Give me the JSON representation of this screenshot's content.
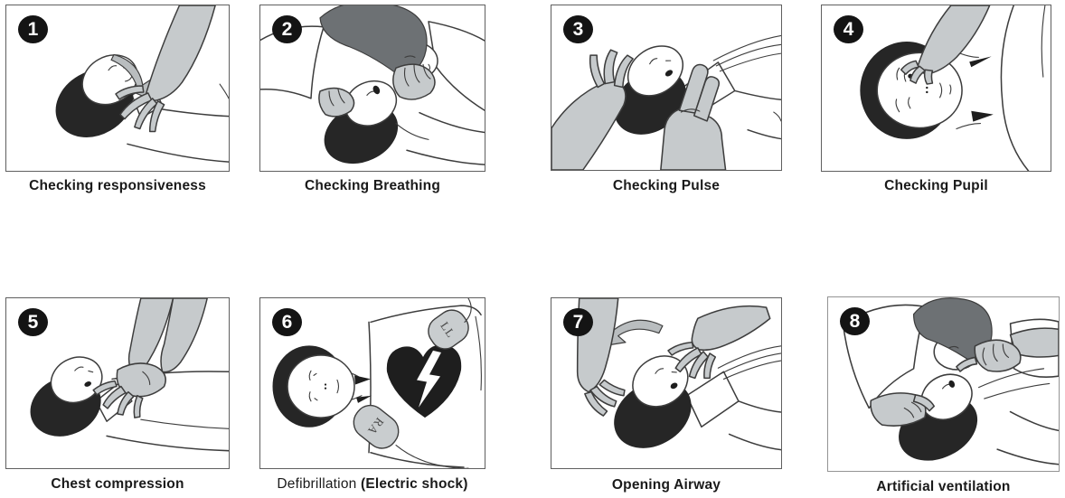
{
  "colors": {
    "background": "#ffffff",
    "panel_border": "#5f5f5f",
    "badge_bg": "#141414",
    "badge_text": "#ffffff",
    "caption_text": "#1a1a1a",
    "outline": "#3d3d3d",
    "hair_dark": "#262626",
    "rescuer_gray": "#c6cacc"
  },
  "steps": [
    {
      "number": "1",
      "caption": "Checking responsiveness"
    },
    {
      "number": "2",
      "caption": "Checking Breathing"
    },
    {
      "number": "3",
      "caption": "Checking Pulse"
    },
    {
      "number": "4",
      "caption": "Checking Pupil"
    },
    {
      "number": "5",
      "caption": "Chest compression"
    },
    {
      "number": "6",
      "caption_normal": "Defibrillation ",
      "caption_bold": "(Electric shock)"
    },
    {
      "number": "7",
      "caption": "Opening Airway"
    },
    {
      "number": "8",
      "caption": "Artificial ventilation"
    }
  ],
  "defib_pads": {
    "top_label": "LL",
    "bottom_label": "RA"
  }
}
